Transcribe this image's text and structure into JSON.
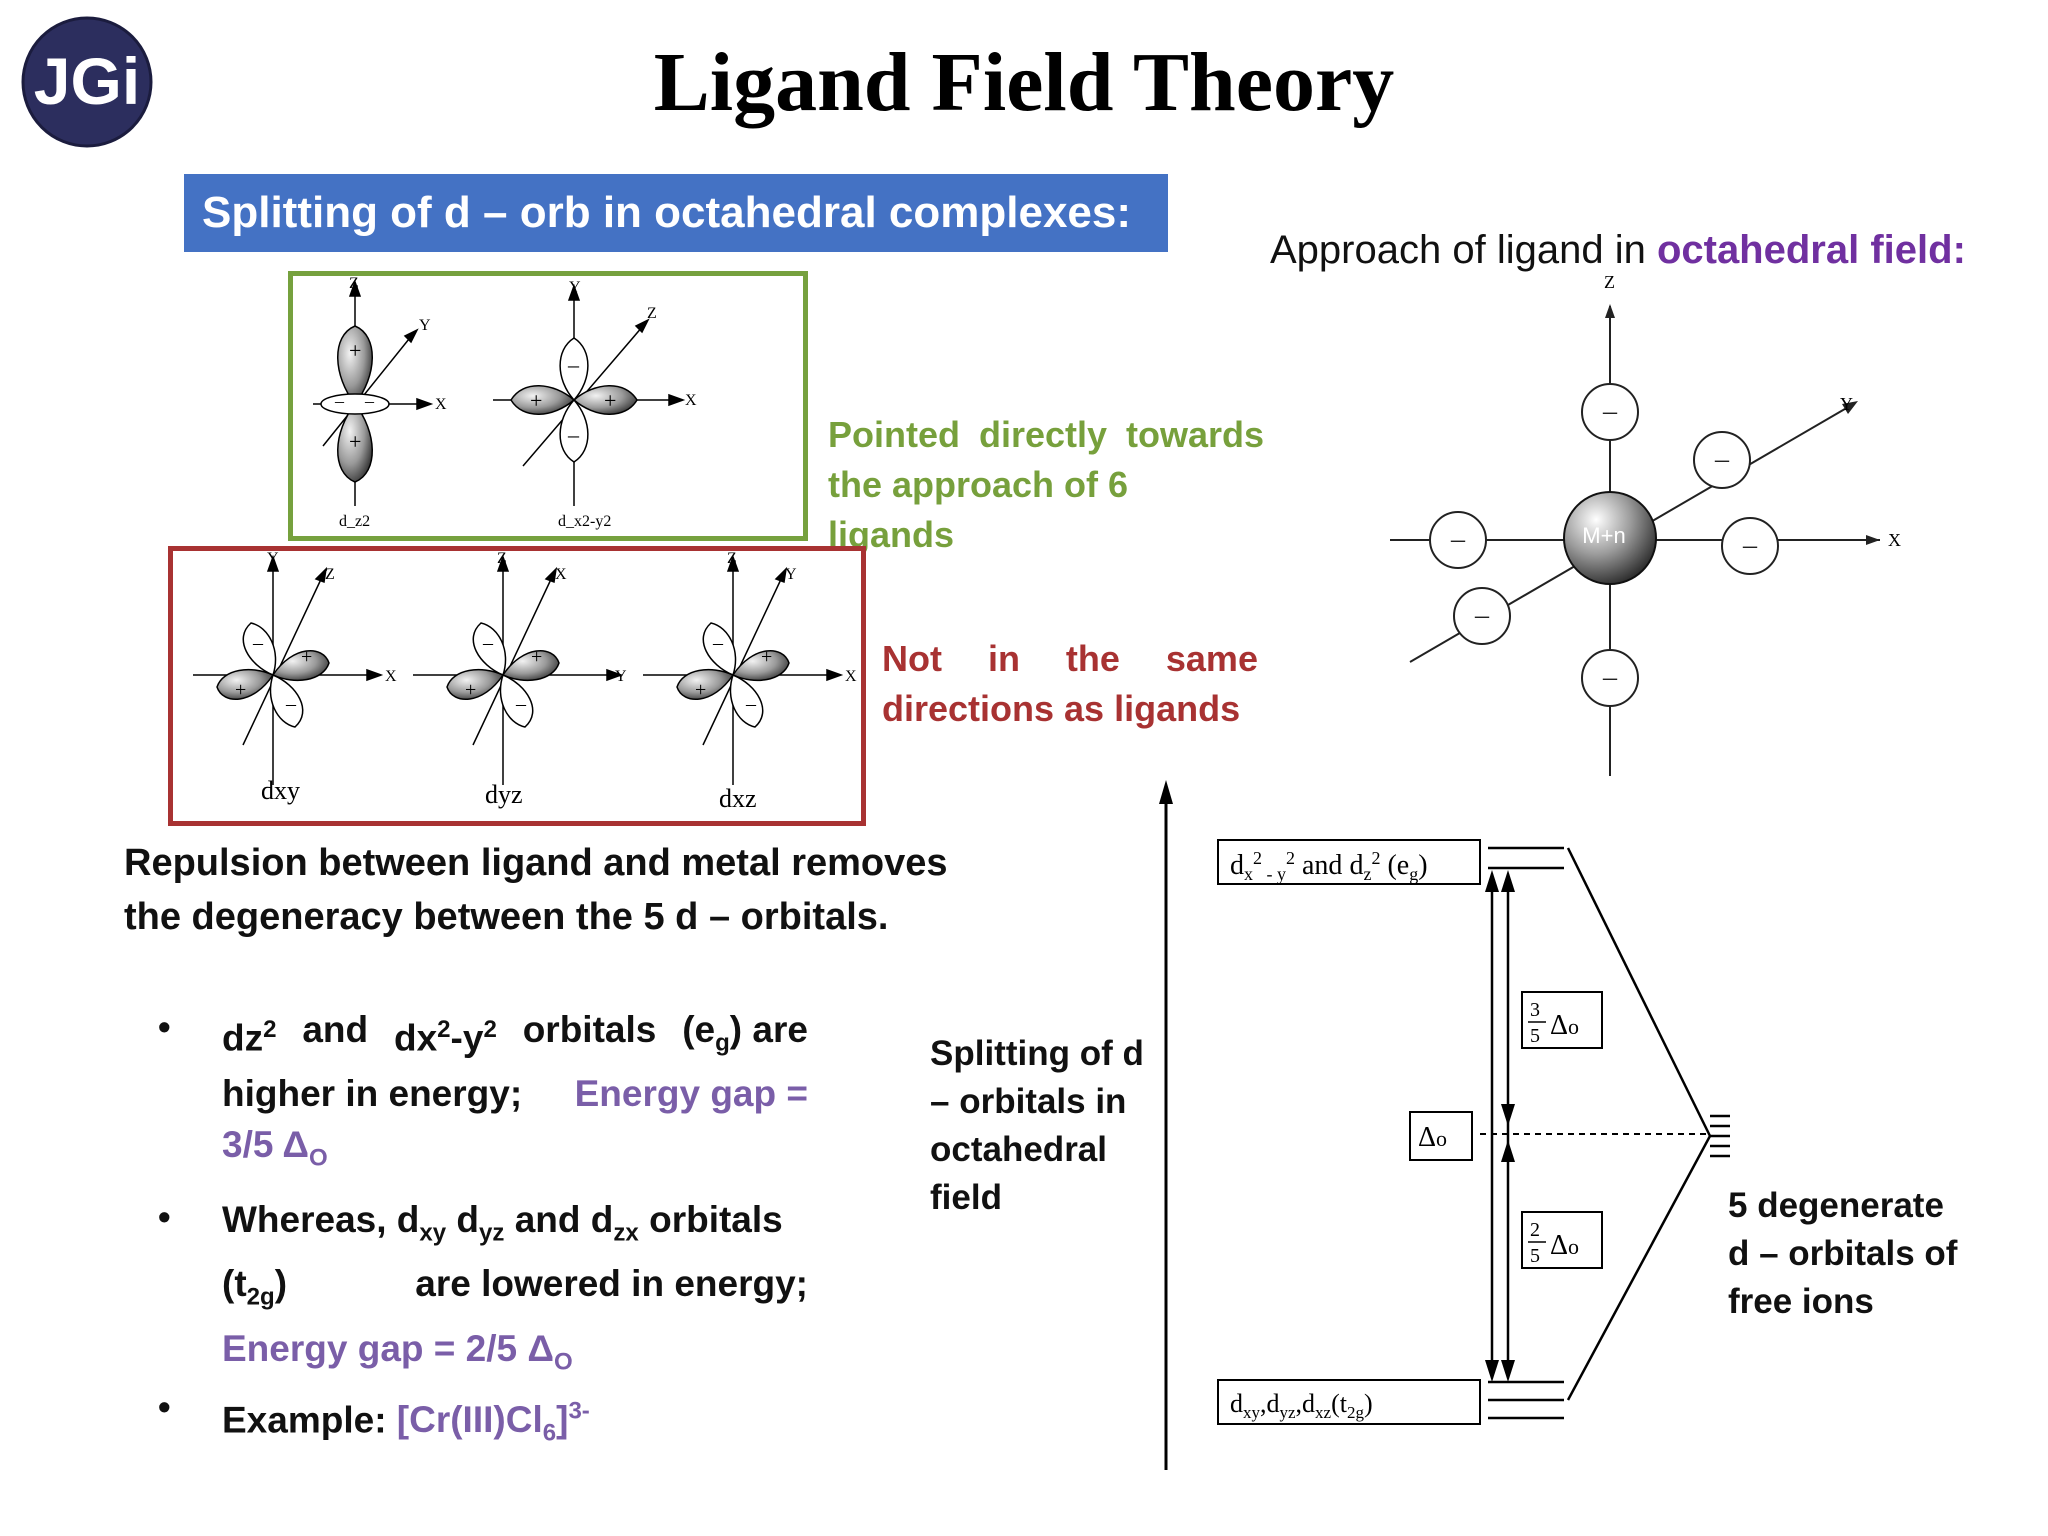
{
  "logo": {
    "text": "JGi"
  },
  "title": "Ligand Field Theory",
  "banner": "Splitting of d – orb in octahedral complexes:",
  "green_box": {
    "labels": [
      "d_z2",
      "d_x2-y2"
    ],
    "caption_line1_words": [
      "Pointed",
      "directly",
      "towards"
    ],
    "caption_line2": "the approach of 6 ligands"
  },
  "red_box": {
    "labels": [
      "dxy",
      "dyz",
      "dxz"
    ],
    "caption_line1_words": [
      "Not",
      "in",
      "the",
      "same"
    ],
    "caption_line2": "directions as ligands"
  },
  "approach": {
    "prefix": "Approach of ligand in ",
    "highlight": "octahedral field:",
    "metal": "M+n",
    "axes": {
      "x": "X",
      "y": "Y",
      "z": "Z"
    }
  },
  "repulsion_text": [
    "Repulsion between ligand and metal removes",
    "the degeneracy between the 5 d – orbitals."
  ],
  "bullets": {
    "b1": {
      "words1": [
        "dz",
        "and",
        "dx",
        "-y",
        "orbitals",
        "(e",
        ") are"
      ],
      "line2a": "higher in energy;",
      "line2b": "Energy gap =",
      "line3": "3/5 Δ"
    },
    "b2": {
      "line1": "Whereas, d",
      "line2a": "(t",
      "line2b": "are lowered in energy;",
      "line3": "Energy gap = 2/5 Δ"
    },
    "b3": {
      "label": "Example: ",
      "formula": "[Cr(III)Cl",
      "charge": "3-"
    }
  },
  "energy_diagram": {
    "left_label": [
      "Splitting of d",
      "– orbitals in",
      "octahedral",
      "field"
    ],
    "right_label": [
      "5 degenerate",
      "d – orbitals of",
      "free ions"
    ],
    "eg_label": "and",
    "t2g_label": "dxy,dyz,dxz(t2g)",
    "upper_gap": "3/5 Δo",
    "lower_gap": "2/5 Δo",
    "delta": "Δo"
  }
}
